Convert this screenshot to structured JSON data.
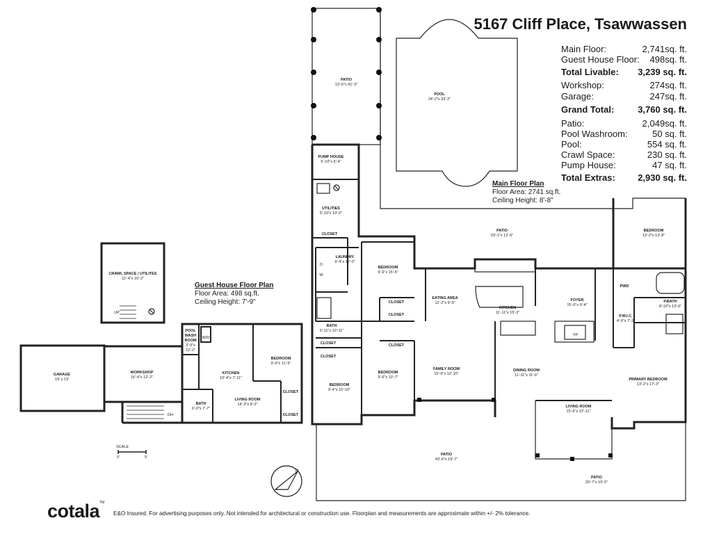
{
  "title": "5167 Cliff Place, Tsawwassen",
  "areas": [
    {
      "label": "Main Floor:",
      "value": "2,741sq. ft.",
      "bold": false
    },
    {
      "label": "Guest House Floor:",
      "value": "498sq. ft.",
      "bold": false
    },
    {
      "label": "Total Livable:",
      "value": "3,239 sq. ft.",
      "bold": true
    },
    {
      "label": "Workshop:",
      "value": "274sq. ft.",
      "bold": false
    },
    {
      "label": "Garage:",
      "value": "247sq. ft.",
      "bold": false
    },
    {
      "label": "Grand Total:",
      "value": "3,760 sq. ft.",
      "bold": true
    },
    {
      "label": "Patio:",
      "value": "2,049sq. ft.",
      "bold": false
    },
    {
      "label": "Pool Washroom:",
      "value": "50 sq. ft.",
      "bold": false
    },
    {
      "label": "Pool:",
      "value": "554 sq. ft.",
      "bold": false
    },
    {
      "label": "Crawl Space:",
      "value": "230 sq. ft.",
      "bold": false
    },
    {
      "label": "Pump House:",
      "value": "47 sq. ft.",
      "bold": false
    },
    {
      "label": "Total Extras:",
      "value": "2,930 sq. ft.",
      "bold": true
    }
  ],
  "main_floor_plan": {
    "heading": "Main Floor Plan",
    "floor_area": "Floor Area: 2741 sq.ft.",
    "ceiling": "Ceiling Height: 8'-8\""
  },
  "guest_house_plan": {
    "heading": "Guest House Floor Plan",
    "floor_area": "Floor Area: 498 sq.ft.",
    "ceiling": "Ceiling Height: 7'-9\""
  },
  "rooms": {
    "patio_top": {
      "name": "PATIO",
      "dim": "13'-6\"x 41'-3\""
    },
    "pool": {
      "name": "POOL",
      "dim": "24'-2\"x 33'-2\""
    },
    "pump_house": {
      "name": "PUMP HOUSE",
      "dim": "5'-10\"x 6'-4\""
    },
    "utilities": {
      "name": "UTILITIES",
      "dim": "5'-10\"x 10'-0\""
    },
    "closet_util": {
      "name": "CLOSET",
      "dim": ""
    },
    "laundry": {
      "name": "LAUNDRY",
      "dim": "9'-4\"x 10'-0\""
    },
    "patio_mid": {
      "name": "PATIO",
      "dim": "53'-1\"x 12'-0\""
    },
    "bedroom_ne": {
      "name": "BEDROOM",
      "dim": "13'-2\"x 13'-8\""
    },
    "bedroom_2": {
      "name": "BEDROOM",
      "dim": "9'-6\"x 15'-5\""
    },
    "closet_b2a": {
      "name": "CLOSET",
      "dim": ""
    },
    "closet_b2b": {
      "name": "CLOSET",
      "dim": ""
    },
    "eating_area": {
      "name": "EATING AREA",
      "dim": "12'-2\"x 9'-9\""
    },
    "kitchen": {
      "name": "KITCHEN",
      "dim": "11'-11\"x 15'-3\""
    },
    "foyer": {
      "name": "FOYER",
      "dim": "15'-6\"x 9'-4\""
    },
    "pwd": {
      "name": "PWD",
      "dim": ""
    },
    "pbath": {
      "name": "P.BATH",
      "dim": "8'-10\"x 13'-6\""
    },
    "pwic": {
      "name": "P.W.I.C.",
      "dim": "4'-0\"x 7'-3\""
    },
    "bath": {
      "name": "BATH",
      "dim": "5'-11\"x 10'-11\""
    },
    "closet_bath1": {
      "name": "CLOSET",
      "dim": ""
    },
    "closet_bath2": {
      "name": "CLOSET",
      "dim": ""
    },
    "closet_b3": {
      "name": "CLOSET",
      "dim": ""
    },
    "bedroom_3": {
      "name": "BEDROOM",
      "dim": "9'-4\"x 15'-10\""
    },
    "bedroom_4": {
      "name": "BEDROOM",
      "dim": "9'-6\"x 13'-7\""
    },
    "family_room": {
      "name": "FAMILY ROOM",
      "dim": "15'-9\"x 13'-10\""
    },
    "dining_room": {
      "name": "DINING ROOM",
      "dim": "11'-11\"x 11'-6\""
    },
    "living_room": {
      "name": "LIVING ROOM",
      "dim": "15'-6\"x 22'-11\""
    },
    "primary_bedroom": {
      "name": "PRIMARY BEDROOM",
      "dim": "13'-2\"x 17'-3\""
    },
    "patio_bottom": {
      "name": "PATIO",
      "dim": "43'-6\"x 19'-7\""
    },
    "patio_br": {
      "name": "PATIO",
      "dim": "29'-7\"x 15'-5\""
    },
    "crawl_space": {
      "name": "CRAWL SPACE / UTILITES",
      "dim": "12'-4\"x 16'-2\""
    },
    "garage": {
      "name": "GARAGE",
      "dim": "19' x 13'"
    },
    "workshop": {
      "name": "WORKSHOP",
      "dim": "16'-4\"x 12'-2\""
    },
    "pool_wash_room": {
      "name": "POOL WASH ROOM",
      "dim": "3'-9\"x 12'-2\""
    },
    "gh_kitchen": {
      "name": "KITCHEN",
      "dim": "10'-4\"x 7'-11\""
    },
    "gh_bedroom": {
      "name": "BEDROOM",
      "dim": "9'-9\"x 11'-9\""
    },
    "gh_closet1": {
      "name": "CLOSET",
      "dim": ""
    },
    "gh_closet2": {
      "name": "CLOSET",
      "dim": ""
    },
    "gh_bath": {
      "name": "BATH",
      "dim": "6'-0\"x 7'-7\""
    },
    "gh_living": {
      "name": "LIVING ROOM",
      "dim": "14'-3\"x 8'-2\""
    }
  },
  "fixtures": {
    "fp": "FP",
    "wd": "W/D",
    "dh": "DH",
    "up": "UP",
    "d": "D",
    "w": "W"
  },
  "scale": {
    "label": "SCALE",
    "start": "0'",
    "end": "5'"
  },
  "compass": {
    "label": "N"
  },
  "brand": "cotala",
  "brand_tm": "TM",
  "disclaimer": "E&O Insured. For advertising purposes only. Not intended for architectural or construction use. Floorplan and measurements are approximate within +/- 2% tolerance."
}
